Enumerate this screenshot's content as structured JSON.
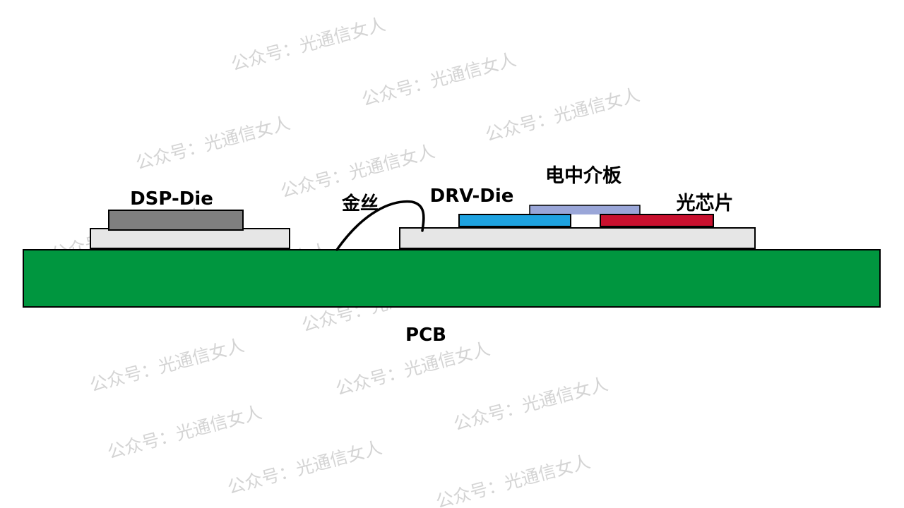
{
  "labels": {
    "dsp_die": "DSP-Die",
    "gold_wire": "金丝",
    "drv_die": "DRV-Die",
    "interposer": "电中介板",
    "optical_chip": "光芯片",
    "pcb": "PCB"
  },
  "watermark": "公众号：光通信女人",
  "colors": {
    "pcb": "#00963f",
    "substrate": "#e6e6e6",
    "dsp_die": "#7f7f7f",
    "drv_die": "#1ea2e0",
    "interposer": "#9aa6d8",
    "optical_chip": "#c8102e",
    "outline": "#000000",
    "wire": "#000000",
    "watermark": "#d4d4d4"
  }
}
